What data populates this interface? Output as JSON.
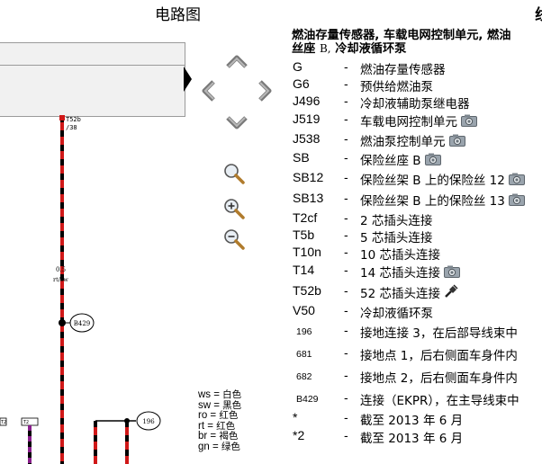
{
  "header": {
    "title": "电路图",
    "title_right_fragment": "线"
  },
  "diagram": {
    "connector_top_label": "T52b",
    "connector_top_pin": "/38",
    "wire_size": "0.5",
    "wire_color_code": "rt/sw",
    "connector_b429": "B429",
    "ground_196": "196",
    "bottom_left_label_1": "T2",
    "bottom_left_label_2": "T2"
  },
  "nav": {
    "icons": [
      "arrow-up-icon",
      "arrow-left-icon",
      "arrow-right-icon",
      "arrow-down-icon",
      "zoom-fit-icon",
      "zoom-in-icon",
      "zoom-out-icon"
    ]
  },
  "legend": [
    {
      "code": "ws",
      "label": "白色"
    },
    {
      "code": "sw",
      "label": "黑色"
    },
    {
      "code": "ro",
      "label": "红色"
    },
    {
      "code": "rt",
      "label": "红色"
    },
    {
      "code": "br",
      "label": "褐色"
    },
    {
      "code": "gn",
      "label": "绿色"
    }
  ],
  "panel": {
    "heading_line1": "燃油存量传感器, 车载电网控制单元, 燃油",
    "heading_line2a": "丝座",
    "heading_line2b": "B,",
    "heading_line2c": "冷却液循环泵",
    "components": [
      {
        "code": "G",
        "desc": "燃油存量传感器",
        "icon": ""
      },
      {
        "code": "G6",
        "desc": "预供给燃油泵",
        "icon": ""
      },
      {
        "code": "J496",
        "desc": "冷却液辅助泵继电器",
        "icon": ""
      },
      {
        "code": "J519",
        "desc": "车载电网控制单元",
        "icon": "camera-icon"
      },
      {
        "code": "J538",
        "desc": "燃油泵控制单元",
        "icon": "camera-icon"
      },
      {
        "code": "SB",
        "desc": "保险丝座 B",
        "icon": "camera-icon"
      },
      {
        "code": "SB12",
        "desc": "保险丝架 B 上的保险丝 12",
        "icon": "camera-icon"
      },
      {
        "code": "SB13",
        "desc": "保险丝架 B 上的保险丝 13",
        "icon": "camera-icon"
      },
      {
        "code": "T2cf",
        "desc": "2 芯插头连接",
        "icon": ""
      },
      {
        "code": "T5b",
        "desc": "5 芯插头连接",
        "icon": ""
      },
      {
        "code": "T10n",
        "desc": "10 芯插头连接",
        "icon": ""
      },
      {
        "code": "T14",
        "desc": "14 芯插头连接",
        "icon": "camera-icon"
      },
      {
        "code": "T52b",
        "desc": "52 芯插头连接",
        "icon": "connector-icon"
      },
      {
        "code": "V50",
        "desc": "冷却液循环泵",
        "icon": ""
      },
      {
        "code": "196",
        "desc": "接地连接 3，在后部导线束中",
        "icon": ""
      },
      {
        "code": "681",
        "desc": "接地点 1，后右侧面车身件内",
        "icon": ""
      },
      {
        "code": "682",
        "desc": "接地点 2，后右侧面车身件内",
        "icon": ""
      },
      {
        "code": "B429",
        "desc": "连接（EKPR），在主导线束中",
        "icon": ""
      },
      {
        "code": "*",
        "desc": "截至 2013 年 6 月",
        "icon": ""
      },
      {
        "code": "*2",
        "desc": "截至 2013 年 6 月",
        "icon": ""
      }
    ]
  },
  "colors": {
    "wire_red": "#d01818",
    "wire_black": "#000000",
    "wire_purple": "#8a1e8c",
    "panel_bg": "#f1f1f1",
    "nav_icon_gray": "#7a7a7a"
  }
}
